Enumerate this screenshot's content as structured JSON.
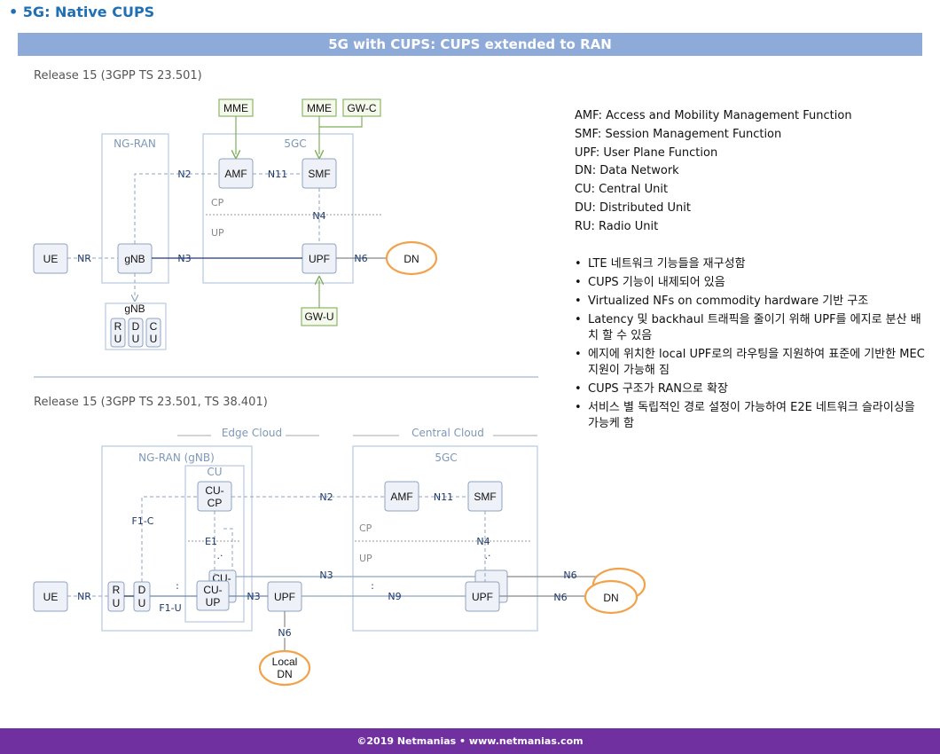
{
  "heading": "• 5G: Native CUPS",
  "banner": "5G with CUPS: CUPS extended to RAN",
  "top": {
    "release": "Release 15 (3GPP TS 23.501)",
    "ngran": "NG-RAN",
    "fivegc": "5GC",
    "mme1": "MME",
    "mme2": "MME",
    "gwc": "GW-C",
    "gwu": "GW-U",
    "amf": "AMF",
    "smf": "SMF",
    "upf": "UPF",
    "ue": "UE",
    "gnb": "gNB",
    "dn": "DN",
    "nr": "NR",
    "n2": "N2",
    "n3": "N3",
    "n4": "N4",
    "n6": "N6",
    "n11": "N11",
    "cp": "CP",
    "up": "UP",
    "gnb_split": "gNB",
    "ru": [
      "R",
      "U"
    ],
    "du": [
      "D",
      "U"
    ],
    "cu": [
      "C",
      "U"
    ]
  },
  "bottom": {
    "release": "Release 15 (3GPP TS 23.501, TS 38.401)",
    "edge_cloud": "Edge Cloud",
    "central_cloud": "Central Cloud",
    "ngran": "NG-RAN (gNB)",
    "cu": "CU",
    "fivegc": "5GC",
    "cucp": [
      "CU-",
      "CP"
    ],
    "cuup": [
      "CU-",
      "UP"
    ],
    "cuup_back": "CU-",
    "ru": [
      "R",
      "U"
    ],
    "du": [
      "D",
      "U"
    ],
    "ue": "UE",
    "upf_edge": "UPF",
    "upf_central": "UPF",
    "amf": "AMF",
    "smf": "SMF",
    "dn": "DN",
    "local_dn": [
      "Local",
      "DN"
    ],
    "nr": "NR",
    "f1c": "F1-C",
    "f1u": "F1-U",
    "e1": "E1",
    "n2": "N2",
    "n3a": "N3",
    "n3b": "N3",
    "n4": "N4",
    "n6a": "N6",
    "n6b": "N6",
    "n6c": "N6",
    "n9": "N9",
    "n11": "N11",
    "cp": "CP",
    "up": "UP"
  },
  "legend": [
    "AMF: Access and Mobility Management Function",
    "SMF: Session Management Function",
    "UPF: User Plane Function",
    "DN: Data Network",
    "CU: Central Unit",
    "DU: Distributed Unit",
    "RU: Radio Unit"
  ],
  "bullets": [
    "LTE 네트워크 기능들을 재구성함",
    "CUPS 기능이 내제되어 있음",
    "Virtualized NFs on commodity hardware 기반 구조",
    "Latency 및 backhaul 트래픽을 줄이기 위해 UPF를 에지로 분산 배치 할 수 있음",
    "에지에 위치한 local UPF로의 라우팅을 지원하여 표준에 기반한 MEC 지원이 가능해 짐",
    "CUPS 구조가 RAN으로 확장",
    "서비스 별 독립적인 경로 설정이 가능하여 E2E 네트워크 슬라이싱을 가능케 함"
  ],
  "footer": "©2019 Netmanias • www.netmanias.com"
}
